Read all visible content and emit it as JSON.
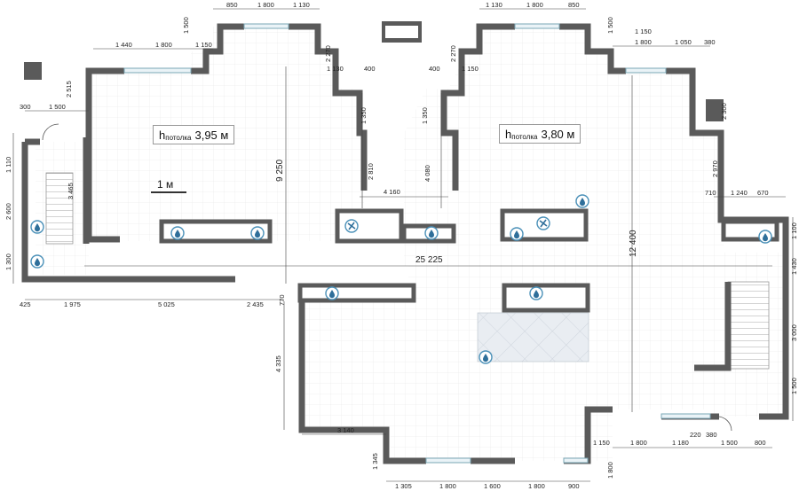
{
  "rooms": [
    {
      "h": "h",
      "sub": "потолка",
      "value": "3,95 м"
    },
    {
      "h": "h",
      "sub": "потолка",
      "value": "3,80 м"
    }
  ],
  "scale_label": "1 м",
  "dims": {
    "top_left": [
      "850",
      "1 800",
      "1 130",
      "1 500",
      "1 440",
      "1 800",
      "1 150",
      "2 270",
      "1 130",
      "400",
      "2 515",
      "300",
      "1 500"
    ],
    "top_right": [
      "1 130",
      "1 800",
      "850",
      "1 500",
      "400",
      "2 270",
      "1 150",
      "1 150",
      "1 800",
      "1 050",
      "380",
      "2 300"
    ],
    "middle": [
      "1 350",
      "1 350",
      "2 810",
      "4 080",
      "3 465",
      "4 160",
      "9 250",
      "2 970",
      "710",
      "1 240",
      "670",
      "12 400",
      "25 225"
    ],
    "left_side": [
      "1 110",
      "2 600",
      "1 300"
    ],
    "right_side": [
      "1 100",
      "1 430",
      "3 000",
      "1 500"
    ],
    "bottom_row": [
      "425",
      "1 975",
      "5 025",
      "2 435",
      "770"
    ],
    "lower": [
      "4 335",
      "3 140",
      "1 345",
      "1 305",
      "1 800",
      "1 600",
      "1 800",
      "900",
      "1 800",
      "1 150",
      "1 800",
      "1 180",
      "220",
      "380",
      "1 500",
      "800"
    ]
  }
}
